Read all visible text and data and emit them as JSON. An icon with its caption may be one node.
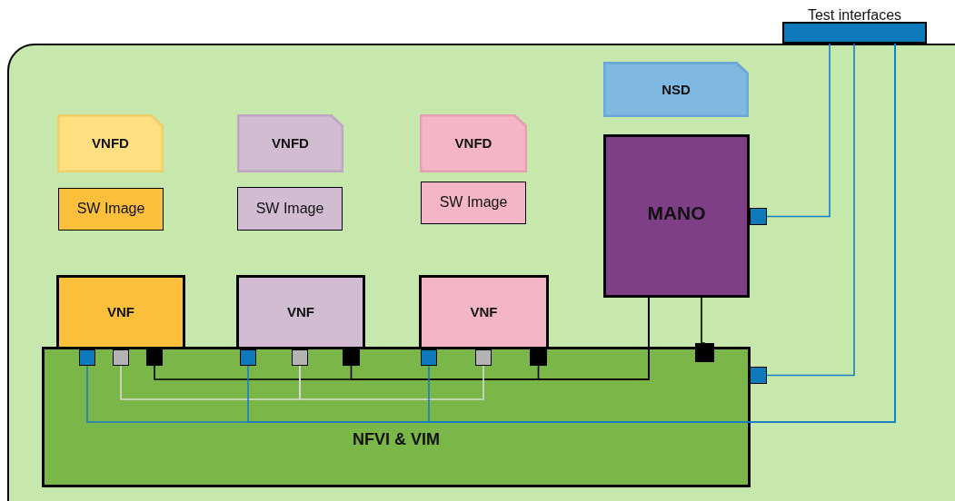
{
  "diagram": {
    "nodes": [
      {
        "text": [],
        "shape": "box"
      },
      {
        "text": [
          "Test interfaces"
        ]
      },
      {
        "text": [
          "NSD"
        ],
        "in": 0
      },
      {
        "text": [
          "VNFD"
        ],
        "in": 0
      },
      {
        "text": [
          "SW Image"
        ],
        "in": 0
      },
      {
        "text": [
          "VNFD"
        ],
        "in": 0
      },
      {
        "text": [
          "SW Image"
        ],
        "in": 0
      },
      {
        "text": [
          "VNFD"
        ],
        "in": 0
      },
      {
        "text": [
          "SW Image"
        ],
        "in": 0
      },
      {
        "text": [
          "MANO"
        ],
        "in": 0
      },
      {
        "text": [
          "VNF"
        ],
        "in": 0
      },
      {
        "text": [
          "VNF"
        ],
        "in": 0
      },
      {
        "text": [
          "VNF"
        ],
        "in": 0
      },
      {
        "text": [
          "NFVI & VIM"
        ],
        "in": 0
      },
      {
        "text": [],
        "shape": "box",
        "in": 13
      },
      {
        "text": [],
        "shape": "box",
        "in": 13
      },
      {
        "text": [],
        "shape": "box",
        "in": 13
      },
      {
        "text": [],
        "shape": "box",
        "in": 13
      },
      {
        "text": [],
        "shape": "box",
        "in": 13
      },
      {
        "text": [],
        "shape": "box",
        "in": 13
      },
      {
        "text": [],
        "shape": "box",
        "in": 13
      },
      {
        "text": [],
        "shape": "box",
        "in": 13
      },
      {
        "text": [],
        "shape": "box",
        "in": 13
      },
      {
        "text": [],
        "shape": "box",
        "in": 0
      },
      {
        "text": [],
        "shape": "box",
        "in": 0
      },
      {
        "text": [],
        "shape": "box",
        "in": 0
      }
    ],
    "edges": [
      {
        "from": 16,
        "to": 9,
        "arrow": "none",
        "color": "#000000"
      },
      {
        "from": 19,
        "to": 9,
        "arrow": "none",
        "color": "#000000"
      },
      {
        "from": 22,
        "to": 9,
        "arrow": "none",
        "color": "#000000"
      },
      {
        "from": 9,
        "to": 23,
        "arrow": "none",
        "color": "#000000"
      },
      {
        "from": 15,
        "to": 18,
        "arrow": "none",
        "color": "#d9d9d9"
      },
      {
        "from": 18,
        "to": 21,
        "arrow": "none",
        "color": "#d9d9d9"
      },
      {
        "from": 14,
        "to": 1,
        "arrow": "none",
        "color": "#1a7dc0"
      },
      {
        "from": 17,
        "to": 1,
        "arrow": "none",
        "color": "#1a7dc0"
      },
      {
        "from": 20,
        "to": 1,
        "arrow": "none",
        "color": "#1a7dc0"
      },
      {
        "from": 24,
        "to": 1,
        "arrow": "none",
        "color": "#1a7dc0"
      },
      {
        "from": 25,
        "to": 1,
        "arrow": "none",
        "color": "#1a7dc0"
      }
    ]
  }
}
